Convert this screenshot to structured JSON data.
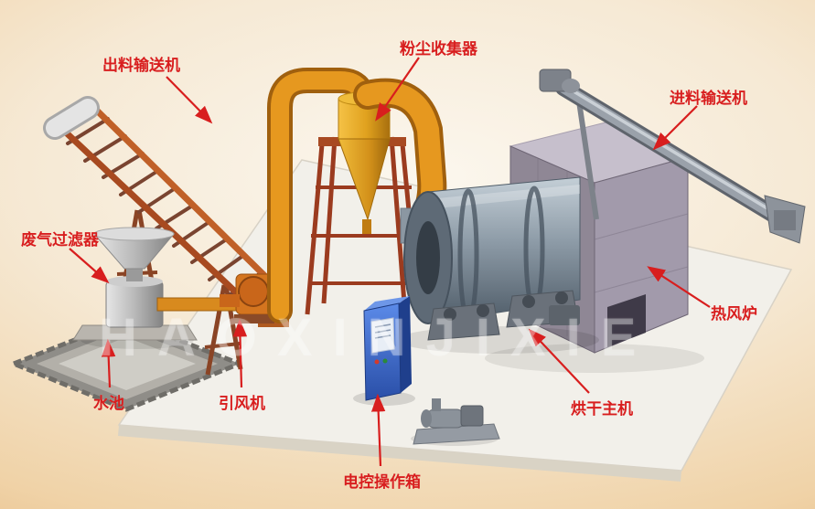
{
  "page": {
    "watermark": "HAOXINJIXIE",
    "labels": {
      "discharge_conveyor": "出料输送机",
      "dust_collector": "粉尘收集器",
      "feed_conveyor": "进料输送机",
      "exhaust_filter": "废气过滤器",
      "water_pool": "水池",
      "draft_fan": "引风机",
      "control_box": "电控操作箱",
      "dryer_main": "烘干主机",
      "hot_air_furnace": "热风炉"
    },
    "colors": {
      "label_red": "#d81e1e",
      "arrow_red": "#d81e1e",
      "pipe_orange": "#e6981f",
      "cyclone_gold": "#e8ae26",
      "stand_brown": "#9b3b1f",
      "drum_gray_blue": "#7c8894",
      "furnace_purple_gray": "#968da0",
      "cabinet_blue": "#3565c8",
      "background_tan": "#f0ddc0"
    }
  }
}
